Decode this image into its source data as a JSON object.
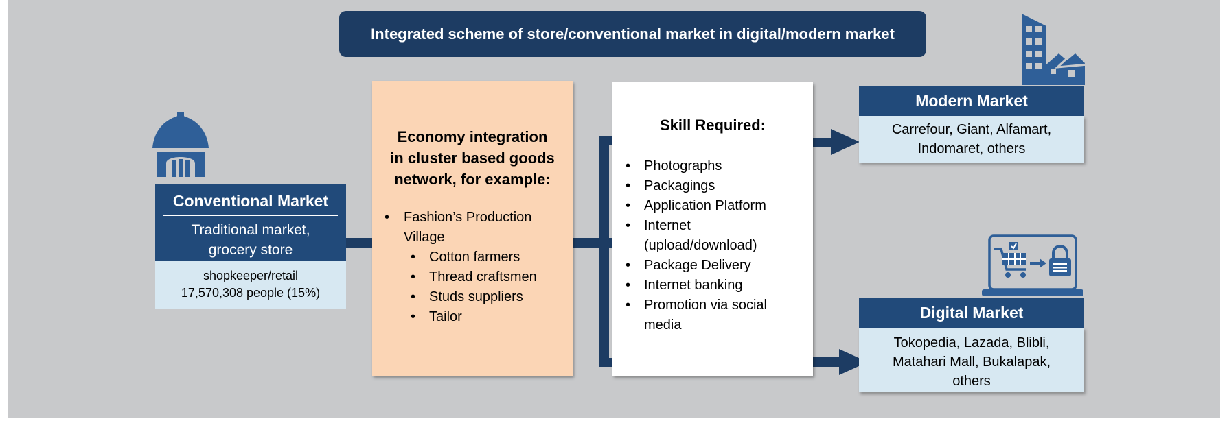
{
  "title": "Integrated scheme of store/conventional market in digital/modern market",
  "conventional_market": {
    "title": "Conventional Market",
    "description_lines": [
      "Traditional market,",
      "grocery store"
    ],
    "sub_lines": [
      "shopkeeper/retail",
      "17,570,308 people (15%)"
    ]
  },
  "economy": {
    "heading_lines": [
      "Economy integration",
      "in cluster based goods",
      "network, for example:"
    ],
    "items": [
      {
        "label_lines": [
          "Fashion’s Production",
          "Village"
        ],
        "subitems": [
          "Cotton farmers",
          "Thread craftsmen",
          "Studs suppliers",
          "Tailor"
        ]
      }
    ]
  },
  "skills": {
    "heading": "Skill Required:",
    "items": [
      [
        "Photographs"
      ],
      [
        "Packagings"
      ],
      [
        "Application Platform"
      ],
      [
        "Internet",
        "(upload/download)"
      ],
      [
        "Package Delivery"
      ],
      [
        "Internet banking"
      ],
      [
        "Promotion via social",
        "media"
      ]
    ]
  },
  "modern_market": {
    "title": "Modern Market",
    "body_lines": [
      "Carrefour, Giant, Alfamart,",
      "Indomaret, others"
    ]
  },
  "digital_market": {
    "title": "Digital Market",
    "body_lines": [
      "Tokopedia, Lazada, Blibli,",
      "Matahari Mall, Bukalapak,",
      "others"
    ]
  },
  "icons": {
    "conventional": "hut-icon",
    "modern": "city-buildings-icon",
    "digital": "laptop-cart-lock-icon"
  },
  "colors": {
    "background": "#c8c9cb",
    "navy": "#1d3c63",
    "header_blue": "#214a7a",
    "light_blue": "#d7e8f2",
    "peach": "#fbd5b5",
    "icon_blue": "#2f5f98"
  }
}
